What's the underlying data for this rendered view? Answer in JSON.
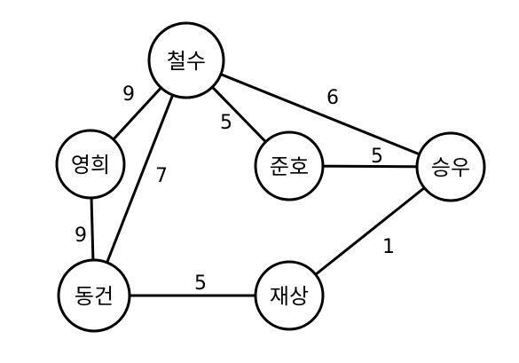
{
  "colors": {
    "background": "#ffffff",
    "stroke": "#000000",
    "highlight_weight": "#4f8a10"
  },
  "nodes": {
    "cheolsu": "철수",
    "younghee": "영희",
    "junho": "준호",
    "seungwoo": "승우",
    "donggeon": "동건",
    "jaesang": "재상"
  },
  "edges": [
    {
      "from": "cheolsu",
      "to": "younghee",
      "weight": "9"
    },
    {
      "from": "cheolsu",
      "to": "junho",
      "weight": "5"
    },
    {
      "from": "cheolsu",
      "to": "seungwoo",
      "weight": "6"
    },
    {
      "from": "cheolsu",
      "to": "donggeon",
      "weight": "7"
    },
    {
      "from": "younghee",
      "to": "donggeon",
      "weight": "9"
    },
    {
      "from": "junho",
      "to": "seungwoo",
      "weight": "5"
    },
    {
      "from": "donggeon",
      "to": "jaesang",
      "weight": "5"
    },
    {
      "from": "jaesang",
      "to": "seungwoo",
      "weight": "1",
      "weight_color": "highlight_weight"
    }
  ]
}
